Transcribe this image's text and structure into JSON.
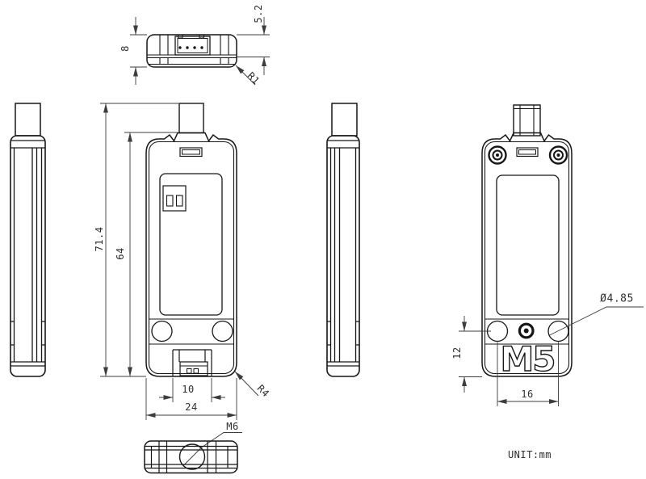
{
  "unit_label": "UNIT:mm",
  "views": {
    "top": {
      "dims": {
        "thickness": "8",
        "shell_height": "5.2",
        "corner_radius": "R1"
      }
    },
    "front": {
      "dims": {
        "total_height": "71.4",
        "body_height": "64",
        "port_width": "10",
        "body_width": "24",
        "corner_radius": "R4",
        "screw_thread": "M6"
      }
    },
    "back": {
      "logo": "M5",
      "dims": {
        "hole_to_bottom": "12",
        "hole_spacing": "16",
        "hole_diameter": "Ø4.85"
      }
    }
  }
}
